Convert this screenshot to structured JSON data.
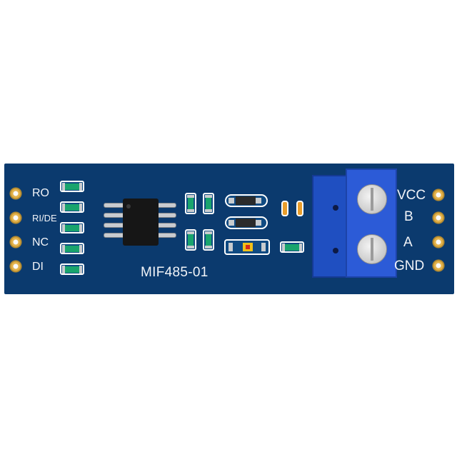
{
  "board": {
    "name": "MIF485-01",
    "pins_left": [
      "RO",
      "RI/DE",
      "NC",
      "DI"
    ],
    "pins_right": [
      "VCC",
      "B",
      "A",
      "GND"
    ]
  },
  "colors": {
    "pcb": "#0b3a6e",
    "terminal_block": "#2c5bd7",
    "pad_gold": "#e3b24a",
    "resistor_green": "#19a46d"
  }
}
